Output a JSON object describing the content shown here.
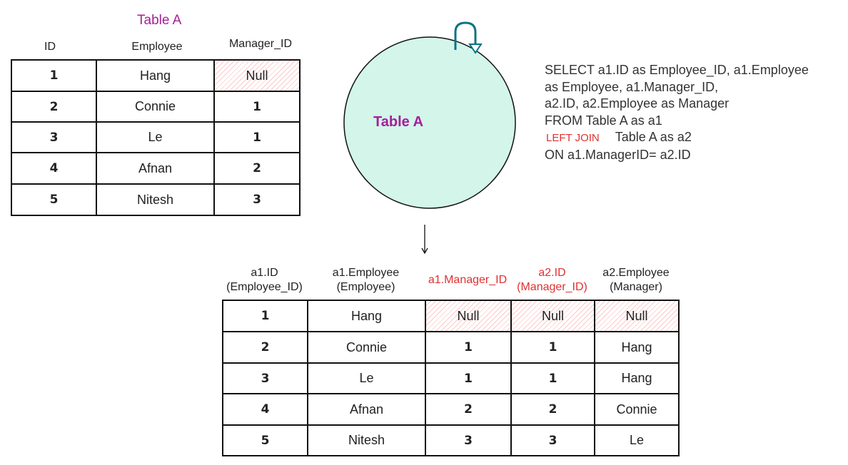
{
  "table_a": {
    "title": "Table A",
    "headers": [
      "ID",
      "Employee",
      "Manager_ID"
    ],
    "rows": [
      [
        "1",
        "Hang",
        "Null"
      ],
      [
        "2",
        "Connie",
        "1"
      ],
      [
        "3",
        "Le",
        "1"
      ],
      [
        "4",
        "Afnan",
        "2"
      ],
      [
        "5",
        "Nitesh",
        "3"
      ]
    ]
  },
  "circle": {
    "label": "Table A",
    "fill": "#d3f5ea",
    "label_color": "#a61e9a"
  },
  "sql": {
    "line1": "SELECT a1.ID as Employee_ID, a1.Employee",
    "line2": "as Employee, a1.Manager_ID,",
    "line3": "a2.ID, a2.Employee as Manager",
    "line4": "FROM  Table A as a1",
    "join_keyword": "LEFT JOIN",
    "line5_rest": "Table A as a2",
    "line6": "ON a1.ManagerID= a2.ID"
  },
  "result": {
    "headers": [
      [
        "a1.ID",
        "(Employee_ID)"
      ],
      [
        "a1.Employee",
        "(Employee)"
      ],
      [
        "a1.Manager_ID",
        ""
      ],
      [
        "a2.ID",
        "(Manager_ID)"
      ],
      [
        "a2.Employee",
        "(Manager)"
      ]
    ],
    "rows": [
      [
        "1",
        "Hang",
        "Null",
        "Null",
        "Null"
      ],
      [
        "2",
        "Connie",
        "1",
        "1",
        "Hang"
      ],
      [
        "3",
        "Le",
        "1",
        "1",
        "Hang"
      ],
      [
        "4",
        "Afnan",
        "2",
        "2",
        "Connie"
      ],
      [
        "5",
        "Nitesh",
        "3",
        "3",
        "Le"
      ]
    ]
  }
}
